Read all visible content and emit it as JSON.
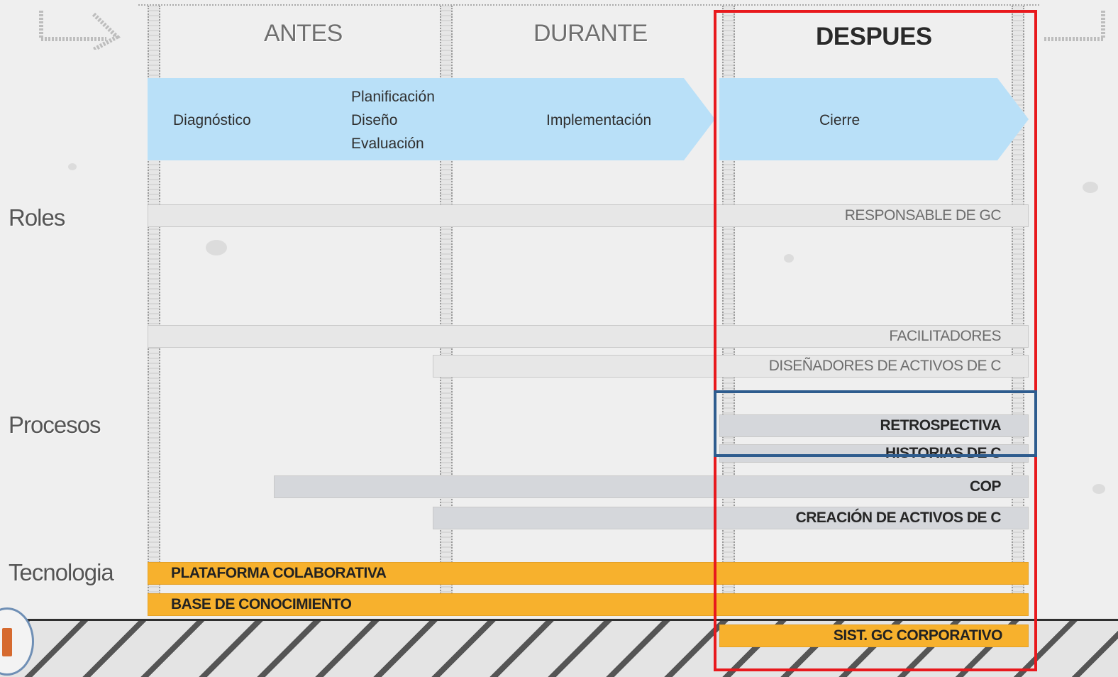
{
  "phases": [
    "ANTES",
    "DURANTE",
    "DESPUES"
  ],
  "arrow_stages": {
    "diagnostico": "Diagnóstico",
    "planificacion": "Planificación",
    "diseno": "Diseño",
    "evaluacion": "Evaluación",
    "implementacion": "Implementación",
    "cierre": "Cierre"
  },
  "row_labels": {
    "roles": "Roles",
    "procesos": "Procesos",
    "tecnologia": "Tecnologia"
  },
  "roles": [
    "RESPONSABLE DE GC",
    "FACILITADORES",
    "DISEÑADORES DE ACTIVOS DE C"
  ],
  "procesos": [
    "RETROSPECTIVA",
    "HISTORIAS DE C",
    "COP",
    "CREACIÓN DE ACTIVOS DE C"
  ],
  "tecnologia": [
    "PLATAFORMA COLABORATIVA",
    "BASE DE  CONOCIMIENTO",
    "SIST.  GC  CORPORATIVO"
  ],
  "colors": {
    "arrow": "#b9e0f8",
    "tech_bar": "#f7b12d",
    "highlight_red": "#e8191d",
    "highlight_blue": "#2e5c8e"
  }
}
